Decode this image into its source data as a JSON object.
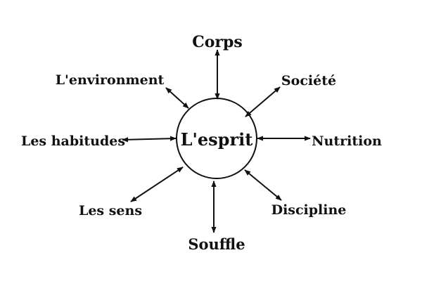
{
  "diagram": {
    "center": "L'esprit",
    "nodes": [
      {
        "id": "corps",
        "label": "Corps"
      },
      {
        "id": "societe",
        "label": "Société"
      },
      {
        "id": "nutrition",
        "label": "Nutrition"
      },
      {
        "id": "discipline",
        "label": "Discipline"
      },
      {
        "id": "souffle",
        "label": "Souffle"
      },
      {
        "id": "les-sens",
        "label": "Les sens"
      },
      {
        "id": "les-habitudes",
        "label": "Les habitudes"
      },
      {
        "id": "environment",
        "label": "L'environment"
      }
    ],
    "edge_style": "double-headed-arrow",
    "colors": {
      "ink": "#111111",
      "background": "#ffffff"
    }
  }
}
